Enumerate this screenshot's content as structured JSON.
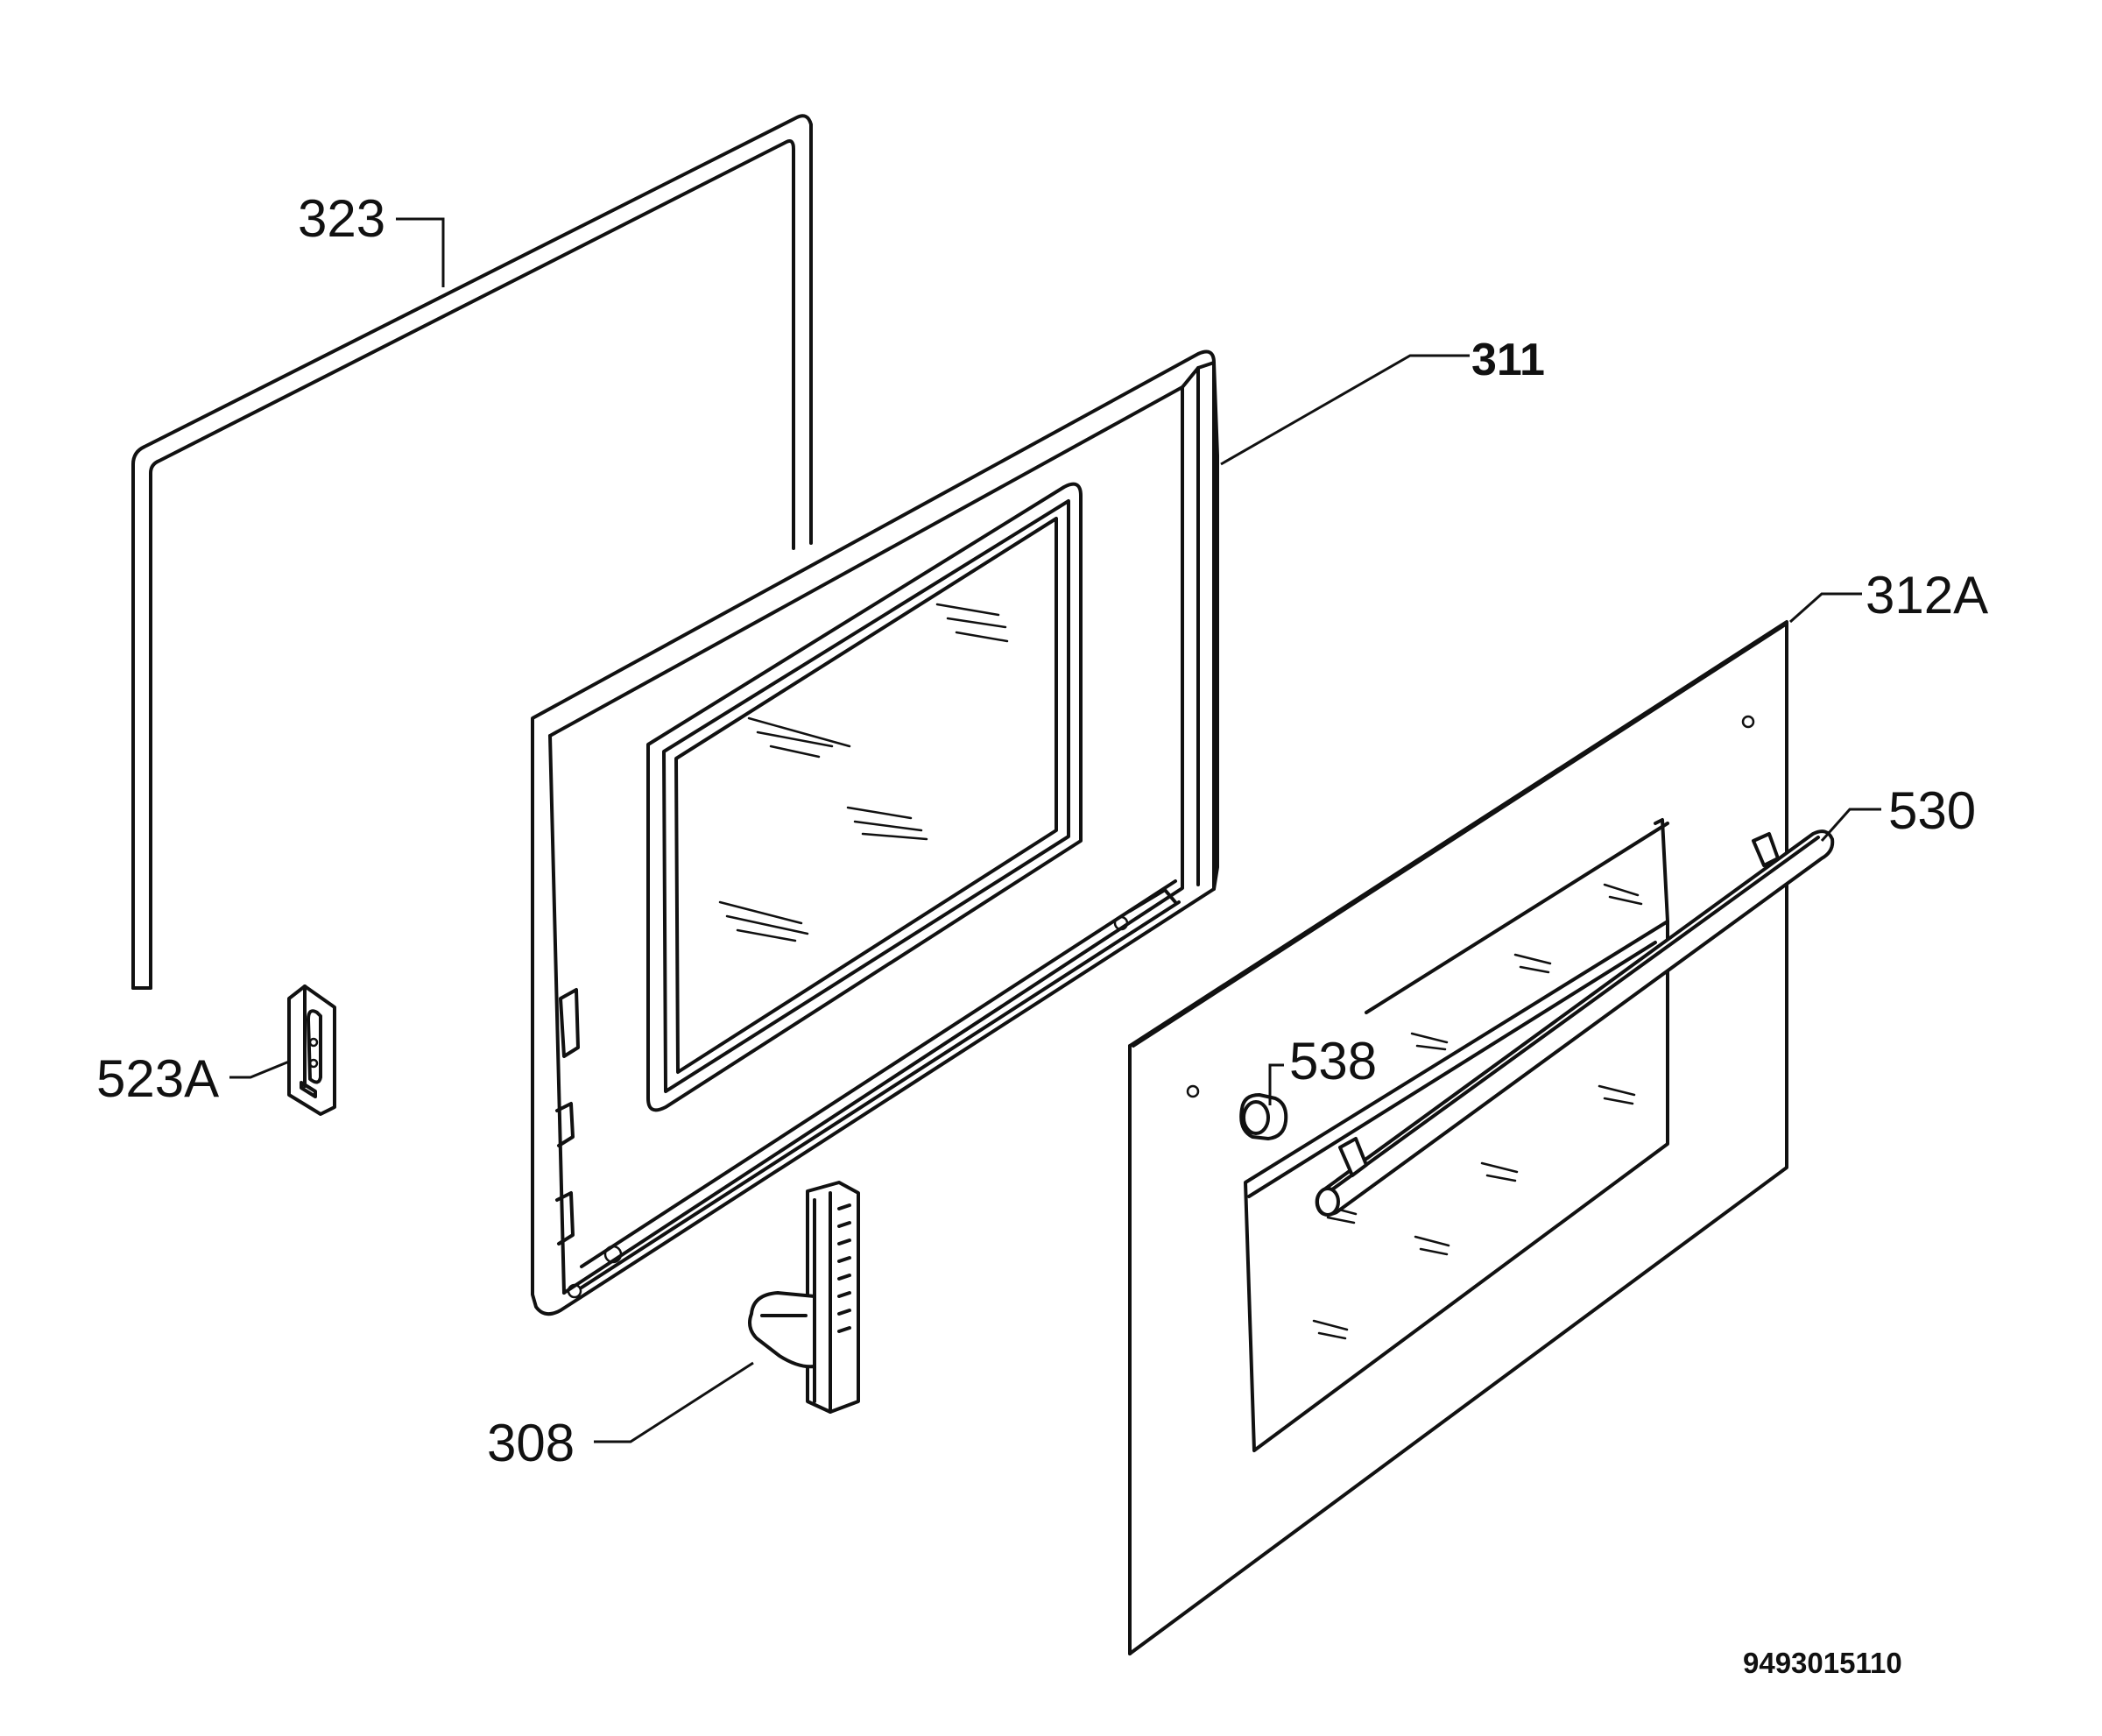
{
  "diagram": {
    "parts": [
      {
        "id": "323",
        "label": "323",
        "name": "door-seal-gasket"
      },
      {
        "id": "311",
        "label": "311",
        "name": "inner-door-frame"
      },
      {
        "id": "312A",
        "label": "312A",
        "name": "outer-door-glass"
      },
      {
        "id": "530",
        "label": "530",
        "name": "door-handle"
      },
      {
        "id": "538",
        "label": "538",
        "name": "handle-spacer"
      },
      {
        "id": "523A",
        "label": "523A",
        "name": "door-catch"
      },
      {
        "id": "308",
        "label": "308",
        "name": "door-hinge"
      }
    ],
    "document_number": "9493015110"
  }
}
